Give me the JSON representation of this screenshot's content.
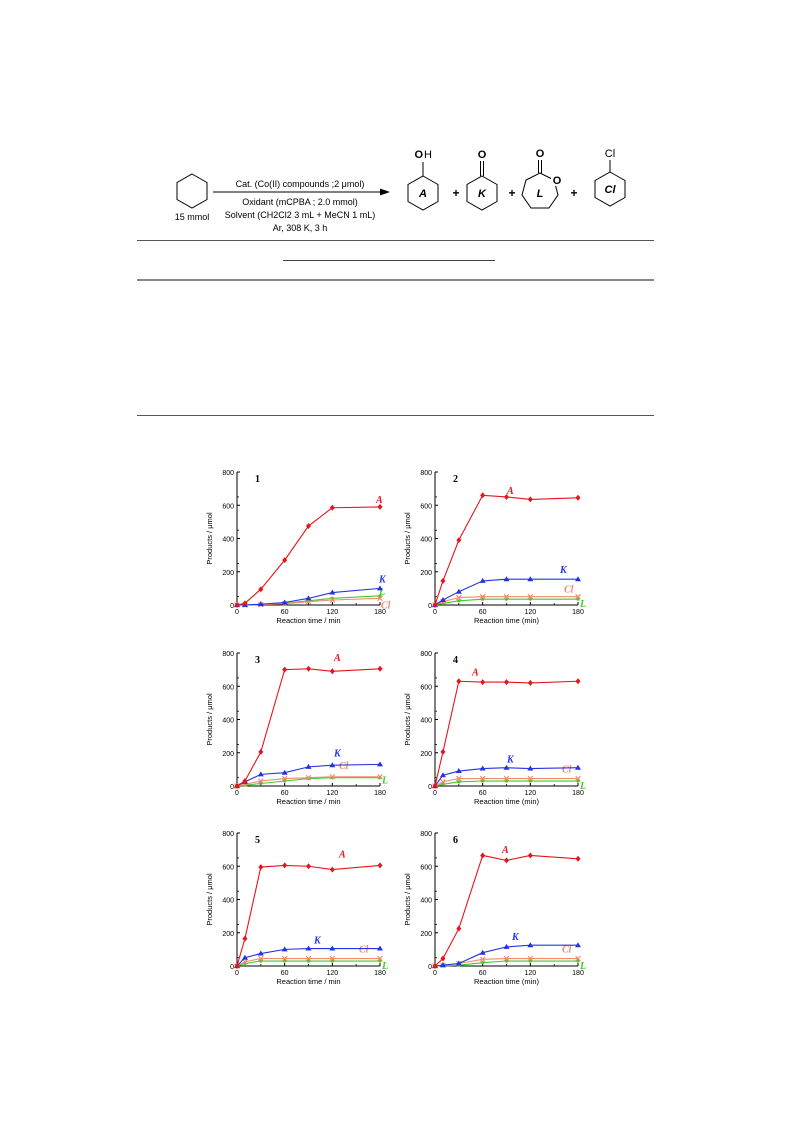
{
  "scheme": {
    "reactant_amount": "15 mmol",
    "conditions": [
      "Cat. (Co(II) compounds ;2 μmol)",
      "Oxidant (mCPBA ; 2.0 mmol)",
      "Solvent (CH2Cl2 3 mL + MeCN 1 mL)",
      "Ar, 308 K, 3 h"
    ],
    "products": [
      {
        "label": "A",
        "substituent": "OH"
      },
      {
        "label": "K",
        "substituent": "O"
      },
      {
        "label": "L",
        "substituent": "O"
      },
      {
        "label": "Cl",
        "substituent": "Cl"
      }
    ],
    "plus": "+",
    "ring_O": "O",
    "H_label": "H",
    "O_label": "O"
  },
  "colors": {
    "A": "#e8141b",
    "K": "#2433e0",
    "L": "#3fcc2a",
    "Cl": "#f28a6c"
  },
  "chart_data": [
    {
      "type": "line",
      "title": "1",
      "xlabel": "Reaction time / min",
      "ylabel": "Products / μmol",
      "xlim": [
        0,
        180
      ],
      "ylim": [
        0,
        800
      ],
      "xticks": [
        0,
        60,
        120,
        180
      ],
      "yticks": [
        0,
        200,
        400,
        600,
        800
      ],
      "x": [
        0,
        10,
        30,
        60,
        90,
        120,
        180
      ],
      "series": [
        {
          "name": "A",
          "values": [
            0,
            10,
            95,
            270,
            475,
            585,
            590
          ]
        },
        {
          "name": "K",
          "values": [
            0,
            0,
            5,
            15,
            40,
            75,
            100
          ]
        },
        {
          "name": "L",
          "values": [
            0,
            0,
            3,
            10,
            25,
            40,
            55
          ]
        },
        {
          "name": "Cl",
          "values": [
            0,
            0,
            2,
            8,
            20,
            30,
            40
          ]
        }
      ],
      "labels_order": [
        "A",
        "K",
        "L",
        "Cl"
      ]
    },
    {
      "type": "line",
      "title": "2",
      "xlabel": "Reaction time (min)",
      "ylabel": "Products / μmol",
      "xlim": [
        0,
        180
      ],
      "ylim": [
        0,
        800
      ],
      "xticks": [
        0,
        60,
        120,
        180
      ],
      "yticks": [
        0,
        200,
        400,
        600,
        800
      ],
      "x": [
        0,
        10,
        30,
        60,
        90,
        120,
        180
      ],
      "series": [
        {
          "name": "A",
          "values": [
            0,
            145,
            390,
            660,
            650,
            635,
            645
          ]
        },
        {
          "name": "K",
          "values": [
            0,
            30,
            80,
            145,
            155,
            155,
            155
          ]
        },
        {
          "name": "L",
          "values": [
            0,
            10,
            25,
            35,
            35,
            35,
            35
          ]
        },
        {
          "name": "Cl",
          "values": [
            0,
            20,
            45,
            50,
            50,
            50,
            50
          ]
        }
      ],
      "labels_order": [
        "A",
        "K",
        "Cl",
        "L"
      ]
    },
    {
      "type": "line",
      "title": "3",
      "xlabel": "Reaction time / min",
      "ylabel": "Products / μmol",
      "xlim": [
        0,
        180
      ],
      "ylim": [
        0,
        800
      ],
      "xticks": [
        0,
        60,
        120,
        180
      ],
      "yticks": [
        0,
        200,
        400,
        600,
        800
      ],
      "x": [
        0,
        10,
        30,
        60,
        90,
        120,
        180
      ],
      "series": [
        {
          "name": "A",
          "values": [
            0,
            30,
            205,
            700,
            705,
            690,
            705
          ]
        },
        {
          "name": "K",
          "values": [
            0,
            25,
            70,
            80,
            115,
            125,
            130
          ]
        },
        {
          "name": "L",
          "values": [
            0,
            5,
            15,
            30,
            45,
            50,
            50
          ]
        },
        {
          "name": "Cl",
          "values": [
            0,
            10,
            30,
            45,
            50,
            55,
            55
          ]
        }
      ],
      "labels_order": [
        "A",
        "K",
        "Cl",
        "L"
      ]
    },
    {
      "type": "line",
      "title": "4",
      "xlabel": "Reaction time (min)",
      "ylabel": "Products / μmol",
      "xlim": [
        0,
        180
      ],
      "ylim": [
        0,
        800
      ],
      "xticks": [
        0,
        60,
        120,
        180
      ],
      "yticks": [
        0,
        200,
        400,
        600,
        800
      ],
      "x": [
        0,
        10,
        30,
        60,
        90,
        120,
        180
      ],
      "series": [
        {
          "name": "A",
          "values": [
            0,
            205,
            630,
            625,
            625,
            620,
            630
          ]
        },
        {
          "name": "K",
          "values": [
            0,
            65,
            90,
            105,
            110,
            105,
            110
          ]
        },
        {
          "name": "L",
          "values": [
            0,
            10,
            25,
            30,
            30,
            30,
            30
          ]
        },
        {
          "name": "Cl",
          "values": [
            0,
            25,
            45,
            45,
            45,
            45,
            45
          ]
        }
      ],
      "labels_order": [
        "A",
        "K",
        "Cl",
        "L"
      ]
    },
    {
      "type": "line",
      "title": "5",
      "xlabel": "Reaction time / min",
      "ylabel": "Products / μmol",
      "xlim": [
        0,
        180
      ],
      "ylim": [
        0,
        800
      ],
      "xticks": [
        0,
        60,
        120,
        180
      ],
      "yticks": [
        0,
        200,
        400,
        600,
        800
      ],
      "x": [
        0,
        10,
        30,
        60,
        90,
        120,
        180
      ],
      "series": [
        {
          "name": "A",
          "values": [
            0,
            165,
            595,
            605,
            600,
            580,
            605
          ]
        },
        {
          "name": "K",
          "values": [
            0,
            50,
            75,
            100,
            105,
            105,
            105
          ]
        },
        {
          "name": "L",
          "values": [
            0,
            15,
            30,
            30,
            30,
            30,
            30
          ]
        },
        {
          "name": "Cl",
          "values": [
            0,
            25,
            45,
            45,
            45,
            45,
            45
          ]
        }
      ],
      "labels_order": [
        "A",
        "K",
        "Cl",
        "L"
      ]
    },
    {
      "type": "line",
      "title": "6",
      "xlabel": "Reaction time (min)",
      "ylabel": "Products / μmol",
      "xlim": [
        0,
        180
      ],
      "ylim": [
        0,
        800
      ],
      "xticks": [
        0,
        60,
        120,
        180
      ],
      "yticks": [
        0,
        200,
        400,
        600,
        800
      ],
      "x": [
        0,
        10,
        30,
        60,
        90,
        120,
        180
      ],
      "series": [
        {
          "name": "A",
          "values": [
            0,
            45,
            225,
            665,
            635,
            665,
            645
          ]
        },
        {
          "name": "K",
          "values": [
            0,
            5,
            15,
            80,
            115,
            125,
            125
          ]
        },
        {
          "name": "L",
          "values": [
            0,
            0,
            5,
            20,
            30,
            30,
            30
          ]
        },
        {
          "name": "Cl",
          "values": [
            0,
            5,
            15,
            40,
            45,
            45,
            45
          ]
        }
      ],
      "labels_order": [
        "A",
        "K",
        "Cl",
        "L"
      ]
    }
  ]
}
